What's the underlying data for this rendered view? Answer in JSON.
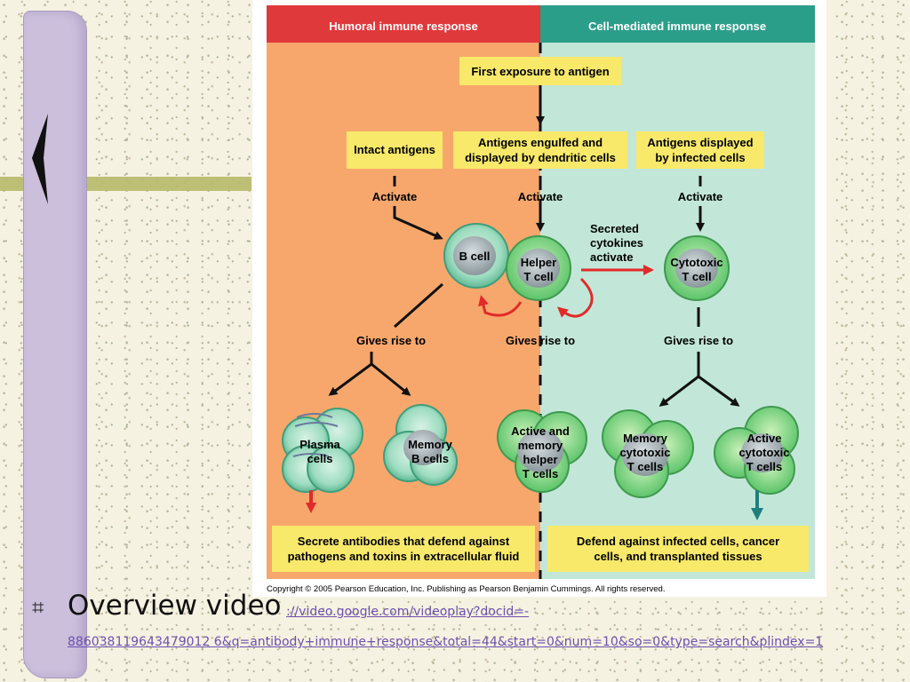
{
  "diagram": {
    "headers": {
      "humoral": "Humoral immune response",
      "cell_mediated": "Cell-mediated immune response"
    },
    "boxes": {
      "first_exposure": "First exposure to antigen",
      "intact_antigens": "Intact antigens",
      "engulfed_l1": "Antigens engulfed and",
      "engulfed_l2": "displayed by dendritic cells",
      "infected_l1": "Antigens displayed",
      "infected_l2": "by infected cells",
      "secrete_l1": "Secrete antibodies that defend against",
      "secrete_l2": "pathogens and toxins in extracellular fluid",
      "defend_l1": "Defend against infected cells, cancer",
      "defend_l2": "cells, and transplanted tissues"
    },
    "labels": {
      "activate_1": "Activate",
      "activate_2": "Activate",
      "activate_3": "Activate",
      "secreted_l1": "Secreted",
      "secreted_l2": "cytokines",
      "secreted_l3": "activate",
      "gives_1": "Gives rise to",
      "gives_2": "Gives rise to",
      "gives_3": "Gives rise to"
    },
    "cells": {
      "b_cell": "B cell",
      "helper_l1": "Helper",
      "helper_l2": "T cell",
      "cytotoxic_l1": "Cytotoxic",
      "cytotoxic_l2": "T cell",
      "plasma_l1": "Plasma",
      "plasma_l2": "cells",
      "memory_b_l1": "Memory",
      "memory_b_l2": "B cells",
      "active_helper_l1": "Active and",
      "active_helper_l2": "memory",
      "active_helper_l3": "helper",
      "active_helper_l4": "T cells",
      "memory_cyto_l1": "Memory",
      "memory_cyto_l2": "cytotoxic",
      "memory_cyto_l3": "T cells",
      "active_cyto_l1": "Active",
      "active_cyto_l2": "cytotoxic",
      "active_cyto_l3": "T cells"
    },
    "copyright": "Copyright © 2005 Pearson Education, Inc. Publishing as Pearson Benjamin Cummings. All rights reserved.",
    "colors": {
      "humoral_header": "#e0393b",
      "cell_header": "#2b9e8a",
      "humoral_bg": "#f7a76c",
      "cell_bg": "#c2e7d8",
      "box": "#f8e96a",
      "cell_fill": "#8fd8b6",
      "red_arrow": "#e12a2a"
    }
  },
  "slide": {
    "bullet": "⌗",
    "title": "Overview video",
    "link_line1": "://video.google.com/videoplay?docid=-",
    "link_line2": "886038119643479012 6&q=antibody+immune+response&total=44&start=0&num=10&so=0&type=search&plindex=1"
  }
}
